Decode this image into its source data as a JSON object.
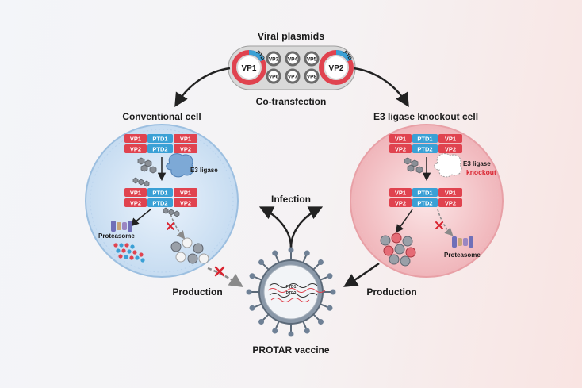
{
  "header": {
    "title": "Viral plasmids",
    "subtitle": "Co-transfection"
  },
  "plasmids": {
    "left_main": "VP1",
    "right_main": "VP2",
    "tag": "PTD",
    "small": [
      "VP3",
      "VP4",
      "VP5",
      "VP6",
      "VP7",
      "VP8"
    ]
  },
  "left_cell": {
    "title": "Conventional cell",
    "e3_label": "E3 ligase",
    "proteasome_label": "Proteasome"
  },
  "right_cell": {
    "title": "E3 ligase knockout cell",
    "e3_label": "E3 ligase",
    "knockout_label": "knockout",
    "proteasome_label": "Proteasome"
  },
  "constructs": {
    "vp1": "VP1",
    "vp2": "VP2",
    "ptd1": "PTD1",
    "ptd2": "PTD2"
  },
  "center": {
    "infection": "Infection",
    "production_left": "Production",
    "production_right": "Production",
    "vaccine_label": "PROTAR vaccine",
    "virus_inner_1": "PTD1",
    "virus_inner_2": "PTD2"
  },
  "colors": {
    "vp_red": "#e0434f",
    "ptd_blue": "#3aa0d5",
    "left_cell_fill": "#d6e6f5",
    "right_cell_fill": "#f6cfd2",
    "knockout_red": "#d9232f"
  }
}
